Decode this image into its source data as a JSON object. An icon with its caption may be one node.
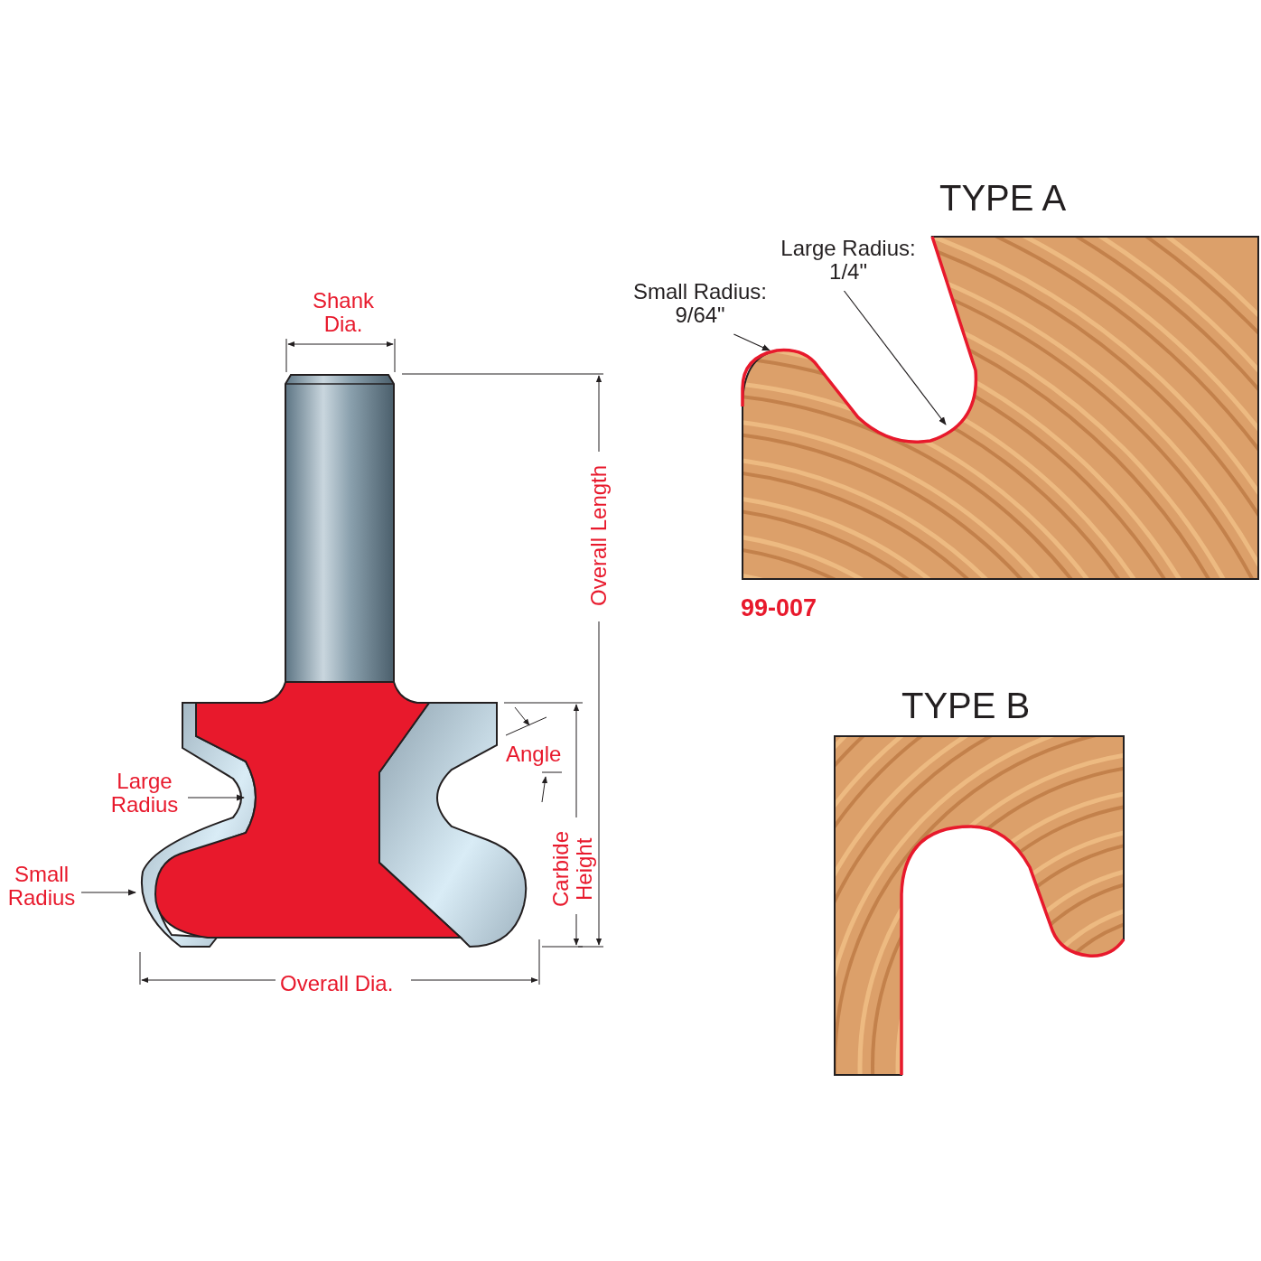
{
  "diagram": {
    "nodes": [
      {
        "text": [
          "Large Radius"
        ]
      },
      {
        "text": [
          "Small Radius"
        ]
      },
      {
        "text": [
          "Small Radius: 9/64\""
        ]
      },
      {
        "text": [
          "Large Radius: 1/4\""
        ]
      }
    ],
    "edges": [
      {
        "from": 0,
        "to": null,
        "arrow": "to"
      },
      {
        "from": 1,
        "to": null,
        "arrow": "to"
      },
      {
        "from": 2,
        "to": null,
        "arrow": "to"
      },
      {
        "from": 3,
        "to": null,
        "arrow": "to"
      }
    ],
    "labels": [
      "TYPE A",
      "Shank Dia.",
      "Overall Length",
      "99-007",
      "Angle",
      "TYPE B",
      "Carbide Height",
      "Overall Dia."
    ]
  }
}
